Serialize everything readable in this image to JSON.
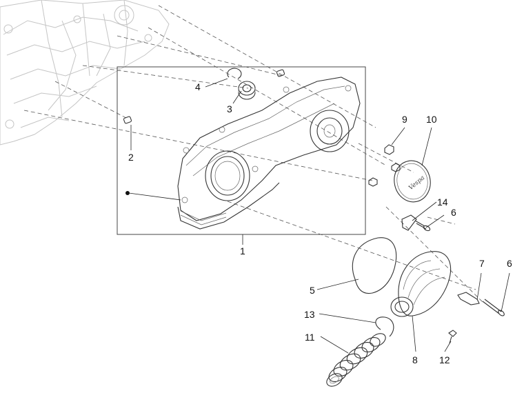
{
  "labels": [
    {
      "id": "callout-1",
      "text": "1"
    },
    {
      "id": "callout-2",
      "text": "2"
    },
    {
      "id": "callout-3",
      "text": "3"
    },
    {
      "id": "callout-4",
      "text": "4"
    },
    {
      "id": "callout-5",
      "text": "5"
    },
    {
      "id": "callout-6a",
      "text": "6"
    },
    {
      "id": "callout-6b",
      "text": "6"
    },
    {
      "id": "callout-7",
      "text": "7"
    },
    {
      "id": "callout-8",
      "text": "8"
    },
    {
      "id": "callout-9",
      "text": "9"
    },
    {
      "id": "callout-10",
      "text": "10"
    },
    {
      "id": "callout-11",
      "text": "11"
    },
    {
      "id": "callout-12",
      "text": "12"
    },
    {
      "id": "callout-13",
      "text": "13"
    },
    {
      "id": "callout-14",
      "text": "14"
    }
  ],
  "badge_text": "Vespa"
}
